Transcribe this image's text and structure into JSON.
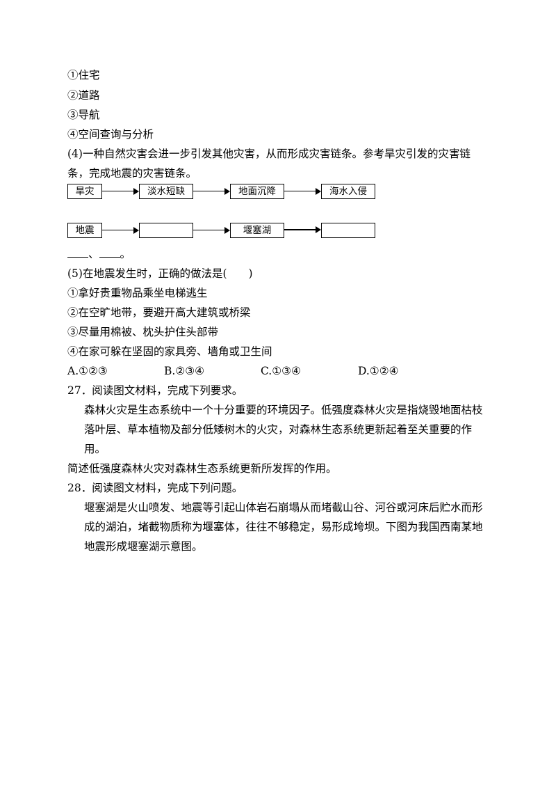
{
  "q_items": [
    "①住宅",
    "②道路",
    "③导航",
    "④空间查询与分析"
  ],
  "q4": {
    "stem_line1": "(4)一种自然灾害会进一步引发其他灾害，从而形成灾害链条。参考旱灾引发的灾害链",
    "stem_line2": "条，完成地震的灾害链条。",
    "drought_chain": [
      "旱灾",
      "淡水短缺",
      "地面沉降",
      "海水入侵"
    ],
    "quake_chain": [
      "地震",
      "",
      "堰塞湖",
      ""
    ],
    "answer_sep": "、",
    "answer_end": "。"
  },
  "q5": {
    "stem": "(5)在地震发生时，正确的做法是(　　)",
    "items": [
      "①拿好贵重物品乘坐电梯逃生",
      "②在空旷地带，要避开高大建筑或桥梁",
      "③尽量用棉被、枕头护住头部带",
      "④在家可躲在坚固的家具旁、墙角或卫生间"
    ],
    "options": [
      "A.①②③",
      "B.②③④",
      "C.①③④",
      "D.①②④"
    ]
  },
  "q27": {
    "title": "27．阅读图文材料，完成下列要求。",
    "material": "森林火灾是生态系统中一个十分重要的环境因子。低强度森林火灾是指烧毁地面枯枝落叶层、草本植物及部分低矮树木的火灾，对森林生态系统更新起着至关重要的作用。",
    "question": "简述低强度森林火灾对森林生态系统更新所发挥的作用。"
  },
  "q28": {
    "title": "28．阅读图文材料，完成下列问题。",
    "material": "堰塞湖是火山喷发、地震等引起山体岩石崩塌从而堵截山谷、河谷或河床后贮水而形成的湖泊，堵截物质称为堰塞体，往往不够稳定，易形成垮坝。下图为我国西南某地地震形成堰塞湖示意图。"
  }
}
